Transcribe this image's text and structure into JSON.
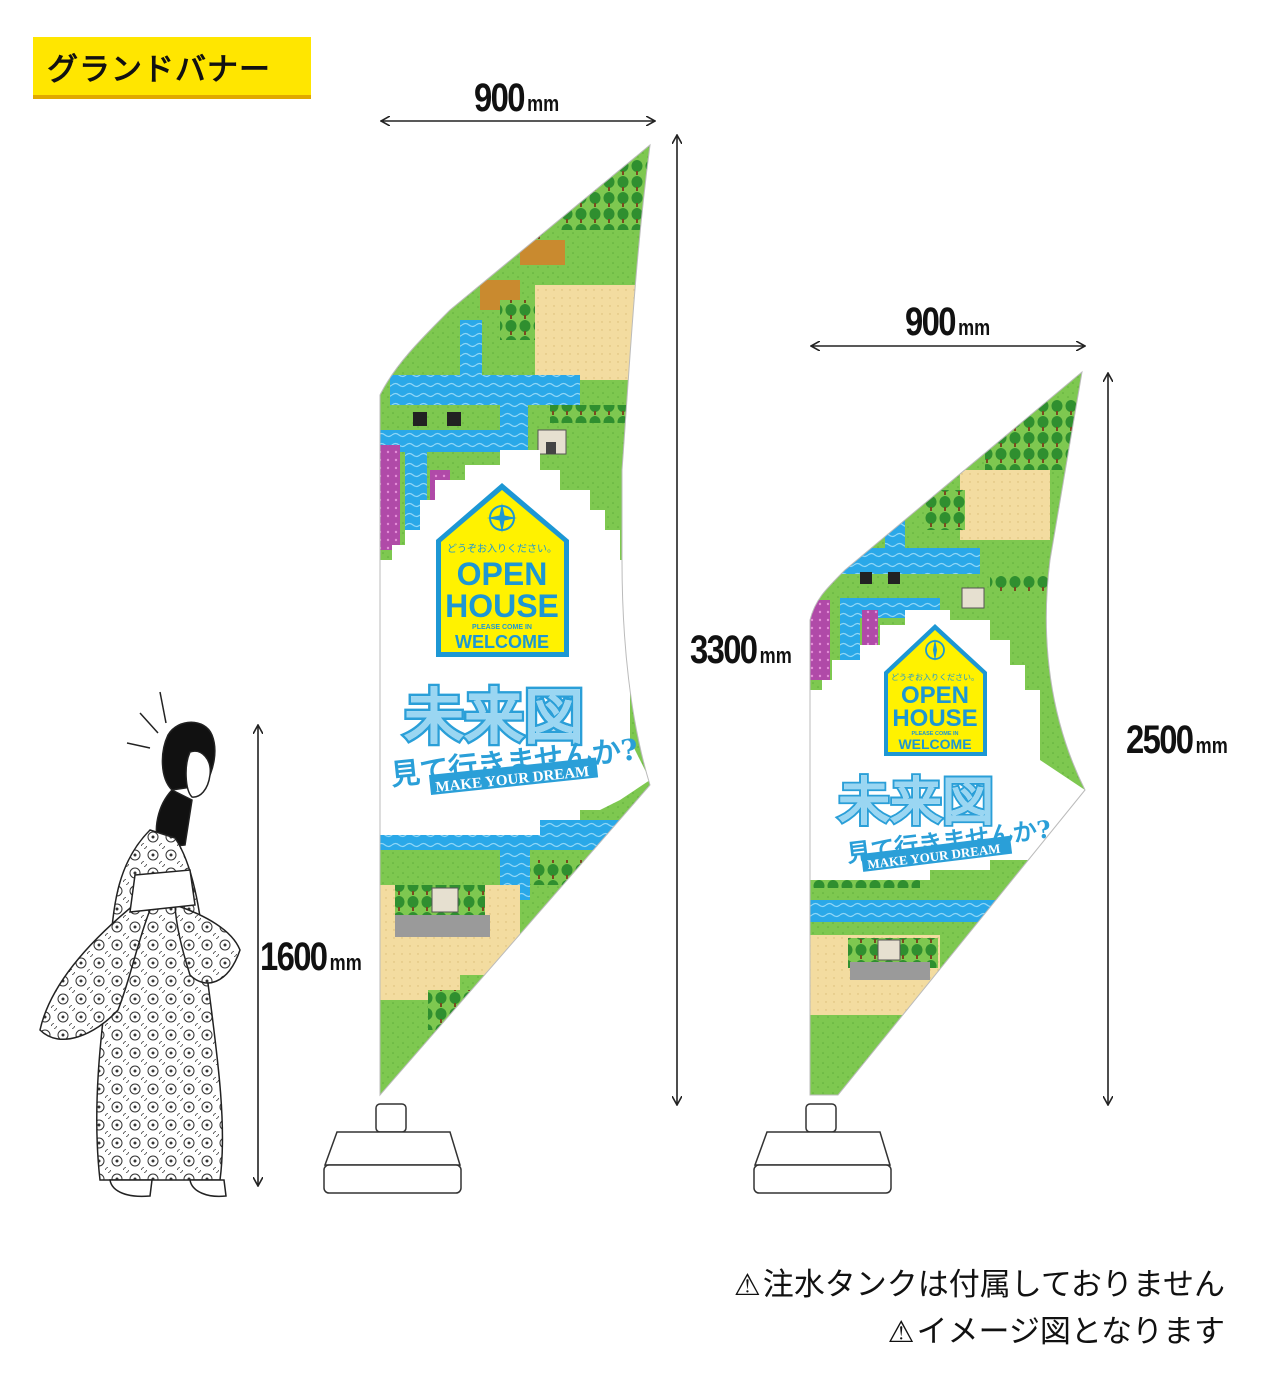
{
  "title": "グランドバナー",
  "dimensions": {
    "tall_width": "900",
    "tall_height": "3300",
    "short_width": "900",
    "short_height": "2500",
    "person_height": "1600",
    "unit": "mm"
  },
  "banner_text": {
    "greeting": "どうぞお入りください。",
    "open": "OPEN",
    "house": "HOUSE",
    "please": "PLEASE COME IN",
    "welcome": "WELCOME",
    "headline": "未来図",
    "subline": "見て行きませんか?",
    "english": "MAKE YOUR DREAM"
  },
  "notes": [
    "注水タンクは付属しておりません",
    "イメージ図となります"
  ],
  "warning_icon": "warning-triangle-icon",
  "colors": {
    "tag_yellow": "#ffe600",
    "grass": "#7ec850",
    "water": "#2aa8e8",
    "sand": "#f3dca0",
    "tree": "#2f8f2f",
    "logo_yellow": "#fff200",
    "headline_blue": "#2a9fd8"
  }
}
